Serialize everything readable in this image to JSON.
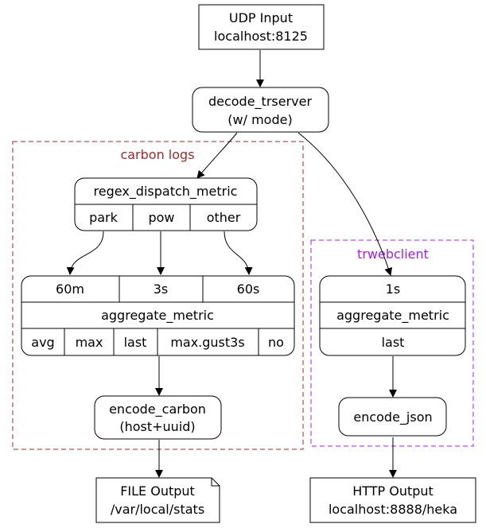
{
  "nodes": {
    "udp_input": {
      "line1": "UDP Input",
      "line2": "localhost:8125"
    },
    "decode_trserver": {
      "line1": "decode_trserver",
      "line2": "(w/ mode)"
    },
    "regex_dispatch": {
      "title": "regex_dispatch_metric",
      "ports": [
        "park",
        "pow",
        "other"
      ]
    },
    "aggregate_carbon": {
      "windows": [
        "60m",
        "3s",
        "60s"
      ],
      "title": "aggregate_metric",
      "fields": [
        "avg",
        "max",
        "last",
        "max.gust3s",
        "no"
      ]
    },
    "encode_carbon": {
      "line1": "encode_carbon",
      "line2": "(host+uuid)"
    },
    "file_output": {
      "line1": "FILE Output",
      "line2": "/var/local/stats"
    },
    "aggregate_web": {
      "window": "1s",
      "title": "aggregate_metric",
      "field": "last"
    },
    "encode_json": {
      "label": "encode_json"
    },
    "http_output": {
      "line1": "HTTP Output",
      "line2": "localhost:8888/heka"
    }
  },
  "clusters": {
    "carbon": {
      "label": "carbon logs",
      "color": "#a52a2a"
    },
    "webclient": {
      "label": "trwebclient",
      "color": "#a020f0"
    }
  }
}
